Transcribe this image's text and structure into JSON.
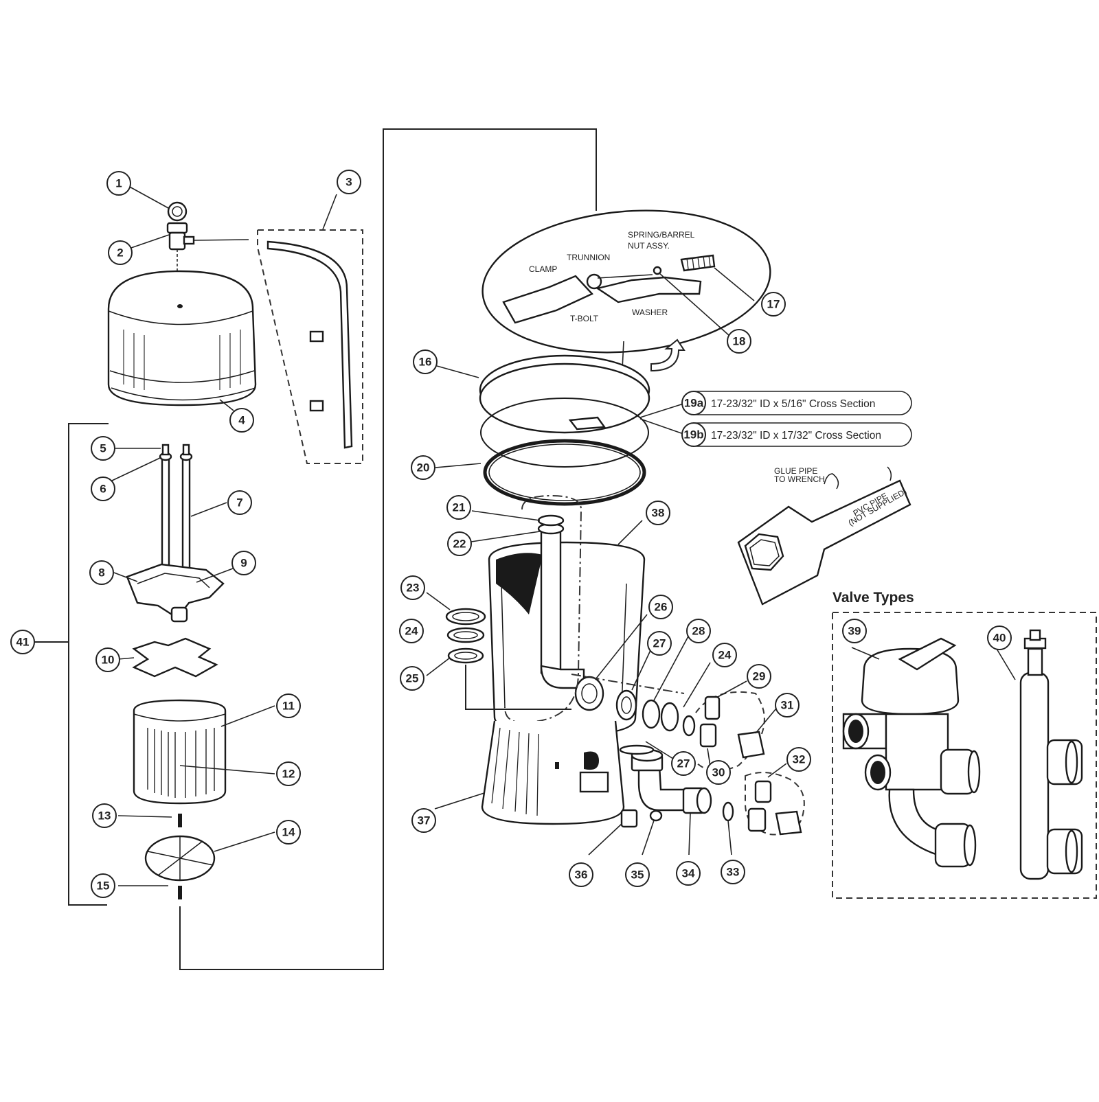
{
  "callouts": [
    "1",
    "2",
    "3",
    "4",
    "5",
    "6",
    "7",
    "8",
    "9",
    "10",
    "11",
    "12",
    "13",
    "14",
    "15",
    "16",
    "17",
    "18",
    "20",
    "21",
    "22",
    "23",
    "24",
    "25",
    "26",
    "27",
    "28",
    "24",
    "29",
    "30",
    "31",
    "32",
    "27",
    "33",
    "34",
    "35",
    "36",
    "37",
    "38",
    "39",
    "40",
    "41"
  ],
  "spec_labels": {
    "a": {
      "id": "19a",
      "text": "17-23/32\" ID x 5/16\" Cross Section"
    },
    "b": {
      "id": "19b",
      "text": "17-23/32\" ID x 17/32\" Cross Section"
    }
  },
  "detail_labels": {
    "spring_1": "SPRING/BARREL",
    "spring_2": "NUT ASSY.",
    "trunnion": "TRUNNION",
    "clamp": "CLAMP",
    "washer": "WASHER",
    "tbolt": "T-BOLT"
  },
  "wrench_labels": {
    "glue_1": "GLUE PIPE",
    "glue_2": "TO WRENCH",
    "pvc_1": "PVC PIPE",
    "pvc_2": "(NOT SUPPLIED)"
  },
  "valve_types_title": "Valve Types"
}
